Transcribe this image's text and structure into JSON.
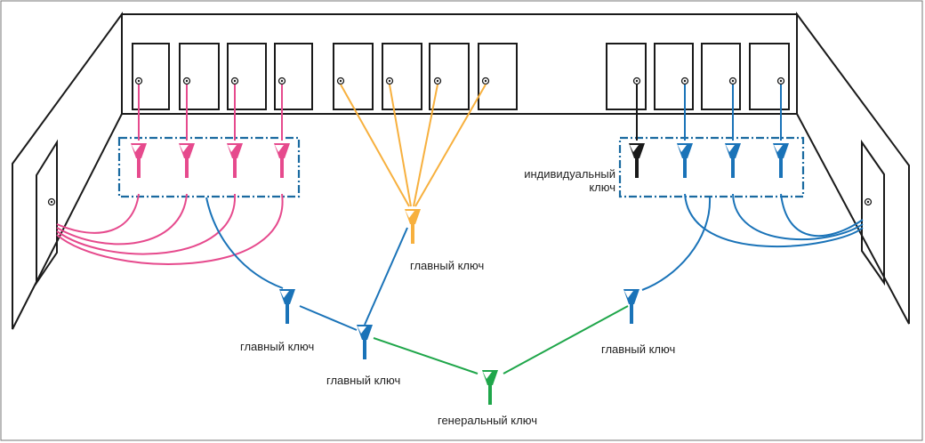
{
  "labels": {
    "individual_key_line1": "индивидуальный",
    "individual_key_line2": "ключ",
    "master_key_orange": "главный ключ",
    "master_key_blue_left": "главный ключ",
    "master_key_blue_center": "главный ключ",
    "master_key_blue_right": "главный ключ",
    "grand_master_key": "генеральный ключ"
  },
  "colors": {
    "pink": "#e64a8d",
    "orange": "#f7b03e",
    "blue": "#1a73b8",
    "green": "#1fa64a",
    "black": "#1a1a1a",
    "group_border": "#1a6aa0",
    "wall": "#1a1a1a"
  },
  "groups": [
    {
      "name": "pink-group",
      "color": "pink",
      "doors": 4
    },
    {
      "name": "orange-group",
      "color": "orange",
      "doors": 4
    },
    {
      "name": "blue-group",
      "color": "blue",
      "doors": 4
    }
  ]
}
